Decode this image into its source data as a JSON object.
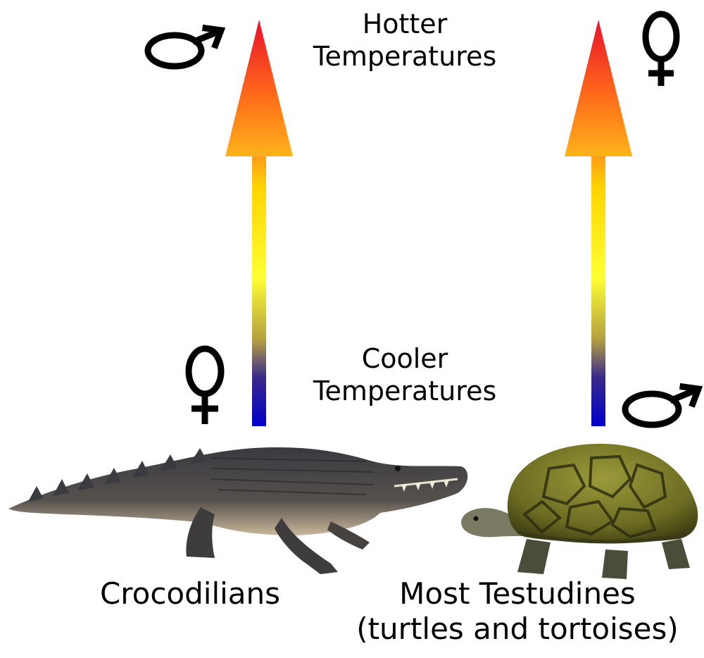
{
  "temperature_labels": {
    "hotter_line1": "Hotter",
    "hotter_line2": "Temperatures",
    "cooler_line1": "Cooler",
    "cooler_line2": "Temperatures"
  },
  "groups": {
    "left": {
      "name": "Crocodilians",
      "hot_sex": "male",
      "cool_sex": "female"
    },
    "right": {
      "name_line1": "Most Testudines",
      "name_line2": "(turtles and tortoises)",
      "hot_sex": "female",
      "cool_sex": "male"
    }
  },
  "arrow_gradient_colors": [
    "#e8102a",
    "#ff9a1a",
    "#ffd400",
    "#ffff33",
    "#c8b030",
    "#3a2a8a",
    "#0000cc"
  ],
  "icons": [
    "male-symbol-icon",
    "female-symbol-icon",
    "crocodile-illustration",
    "tortoise-illustration"
  ]
}
